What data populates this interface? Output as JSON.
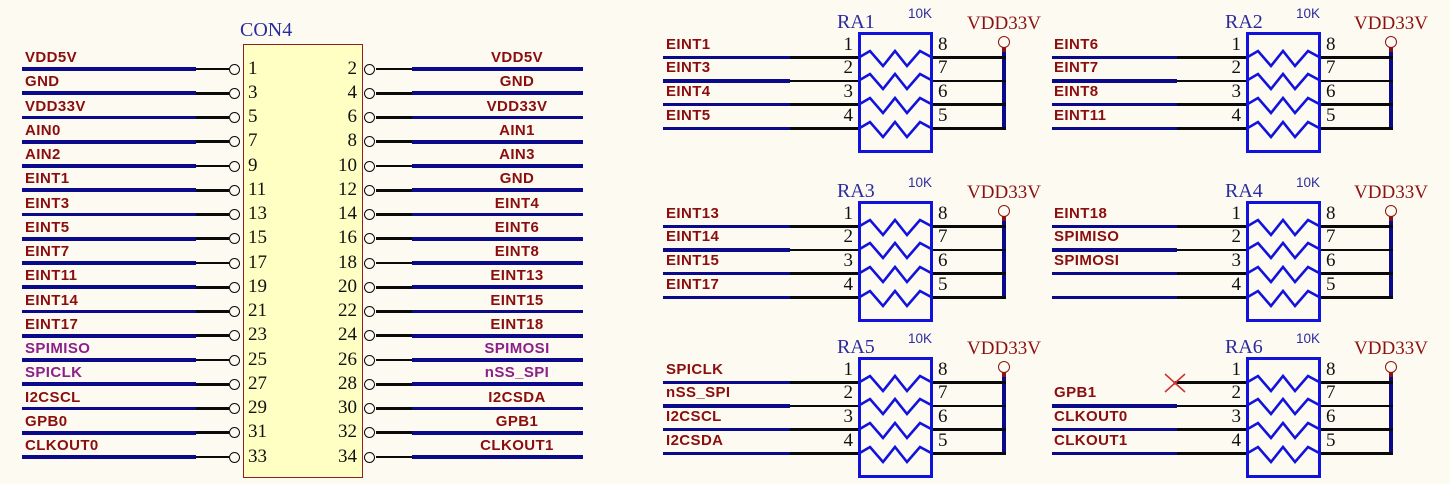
{
  "colors": {
    "background": "#FDFBF1",
    "wire": "#0A0A8A",
    "component_pin": "#0A0A0A",
    "net_label": "#8B0D0D",
    "net_label_alt": "#8B1F8B",
    "component_body": "#1212DD",
    "designator": "#2B2B9E",
    "connector_fill": "#FFFFC4",
    "connector_border": "#8B2222",
    "power_symbol": "#8B1212",
    "no_connect": "#CC3333"
  },
  "connector": {
    "designator": "CON4",
    "rows": [
      {
        "left_label": "VDD5V",
        "left_color": "maroon",
        "left_pin": "1",
        "right_pin": "2",
        "right_label": "VDD5V",
        "right_color": "maroon"
      },
      {
        "left_label": "GND",
        "left_color": "maroon",
        "left_pin": "3",
        "right_pin": "4",
        "right_label": "GND",
        "right_color": "maroon"
      },
      {
        "left_label": "VDD33V",
        "left_color": "maroon",
        "left_pin": "5",
        "right_pin": "6",
        "right_label": "VDD33V",
        "right_color": "maroon"
      },
      {
        "left_label": "AIN0",
        "left_color": "maroon",
        "left_pin": "7",
        "right_pin": "8",
        "right_label": "AIN1",
        "right_color": "maroon"
      },
      {
        "left_label": "AIN2",
        "left_color": "maroon",
        "left_pin": "9",
        "right_pin": "10",
        "right_label": "AIN3",
        "right_color": "maroon"
      },
      {
        "left_label": "EINT1",
        "left_color": "maroon",
        "left_pin": "11",
        "right_pin": "12",
        "right_label": "GND",
        "right_color": "maroon"
      },
      {
        "left_label": "EINT3",
        "left_color": "maroon",
        "left_pin": "13",
        "right_pin": "14",
        "right_label": "EINT4",
        "right_color": "maroon"
      },
      {
        "left_label": "EINT5",
        "left_color": "maroon",
        "left_pin": "15",
        "right_pin": "16",
        "right_label": "EINT6",
        "right_color": "maroon"
      },
      {
        "left_label": "EINT7",
        "left_color": "maroon",
        "left_pin": "17",
        "right_pin": "18",
        "right_label": "EINT8",
        "right_color": "maroon"
      },
      {
        "left_label": "EINT11",
        "left_color": "maroon",
        "left_pin": "19",
        "right_pin": "20",
        "right_label": "EINT13",
        "right_color": "maroon"
      },
      {
        "left_label": "EINT14",
        "left_color": "maroon",
        "left_pin": "21",
        "right_pin": "22",
        "right_label": "EINT15",
        "right_color": "maroon"
      },
      {
        "left_label": "EINT17",
        "left_color": "maroon",
        "left_pin": "23",
        "right_pin": "24",
        "right_label": "EINT18",
        "right_color": "maroon"
      },
      {
        "left_label": "SPIMISO",
        "left_color": "purple",
        "left_pin": "25",
        "right_pin": "26",
        "right_label": "SPIMOSI",
        "right_color": "purple"
      },
      {
        "left_label": "SPICLK",
        "left_color": "purple",
        "left_pin": "27",
        "right_pin": "28",
        "right_label": "nSS_SPI",
        "right_color": "purple"
      },
      {
        "left_label": "I2CSCL",
        "left_color": "maroon",
        "left_pin": "29",
        "right_pin": "30",
        "right_label": "I2CSDA",
        "right_color": "maroon"
      },
      {
        "left_label": "GPB0",
        "left_color": "maroon",
        "left_pin": "31",
        "right_pin": "32",
        "right_label": "GPB1",
        "right_color": "maroon"
      },
      {
        "left_label": "CLKOUT0",
        "left_color": "maroon",
        "left_pin": "33",
        "right_pin": "34",
        "right_label": "CLKOUT1",
        "right_color": "maroon"
      }
    ]
  },
  "resistor_arrays": [
    {
      "designator": "RA1",
      "value": "10K",
      "power_net": "VDD33V",
      "column": 0,
      "row": 0,
      "pins": [
        {
          "number": "1",
          "net": "EINT1"
        },
        {
          "number": "2",
          "net": "EINT3"
        },
        {
          "number": "3",
          "net": "EINT4"
        },
        {
          "number": "4",
          "net": "EINT5"
        }
      ],
      "right_pins": [
        "8",
        "7",
        "6",
        "5"
      ]
    },
    {
      "designator": "RA2",
      "value": "10K",
      "power_net": "VDD33V",
      "column": 1,
      "row": 0,
      "pins": [
        {
          "number": "1",
          "net": "EINT6"
        },
        {
          "number": "2",
          "net": "EINT7"
        },
        {
          "number": "3",
          "net": "EINT8"
        },
        {
          "number": "4",
          "net": "EINT11"
        }
      ],
      "right_pins": [
        "8",
        "7",
        "6",
        "5"
      ]
    },
    {
      "designator": "RA3",
      "value": "10K",
      "power_net": "VDD33V",
      "column": 0,
      "row": 1,
      "pins": [
        {
          "number": "1",
          "net": "EINT13"
        },
        {
          "number": "2",
          "net": "EINT14"
        },
        {
          "number": "3",
          "net": "EINT15"
        },
        {
          "number": "4",
          "net": "EINT17"
        }
      ],
      "right_pins": [
        "8",
        "7",
        "6",
        "5"
      ]
    },
    {
      "designator": "RA4",
      "value": "10K",
      "power_net": "VDD33V",
      "column": 1,
      "row": 1,
      "pins": [
        {
          "number": "1",
          "net": "EINT18"
        },
        {
          "number": "2",
          "net": "SPIMISO"
        },
        {
          "number": "3",
          "net": "SPIMOSI"
        },
        {
          "number": "4",
          "net": ""
        }
      ],
      "right_pins": [
        "8",
        "7",
        "6",
        "5"
      ]
    },
    {
      "designator": "RA5",
      "value": "10K",
      "power_net": "VDD33V",
      "column": 0,
      "row": 2,
      "pins": [
        {
          "number": "1",
          "net": "SPICLK"
        },
        {
          "number": "2",
          "net": "nSS_SPI"
        },
        {
          "number": "3",
          "net": "I2CSCL"
        },
        {
          "number": "4",
          "net": "I2CSDA"
        }
      ],
      "right_pins": [
        "8",
        "7",
        "6",
        "5"
      ]
    },
    {
      "designator": "RA6",
      "value": "10K",
      "power_net": "VDD33V",
      "column": 1,
      "row": 2,
      "pins": [
        {
          "number": "1",
          "net": "",
          "no_connect": true
        },
        {
          "number": "2",
          "net": "GPB1"
        },
        {
          "number": "3",
          "net": "CLKOUT0"
        },
        {
          "number": "4",
          "net": "CLKOUT1"
        }
      ],
      "right_pins": [
        "8",
        "7",
        "6",
        "5"
      ]
    }
  ]
}
